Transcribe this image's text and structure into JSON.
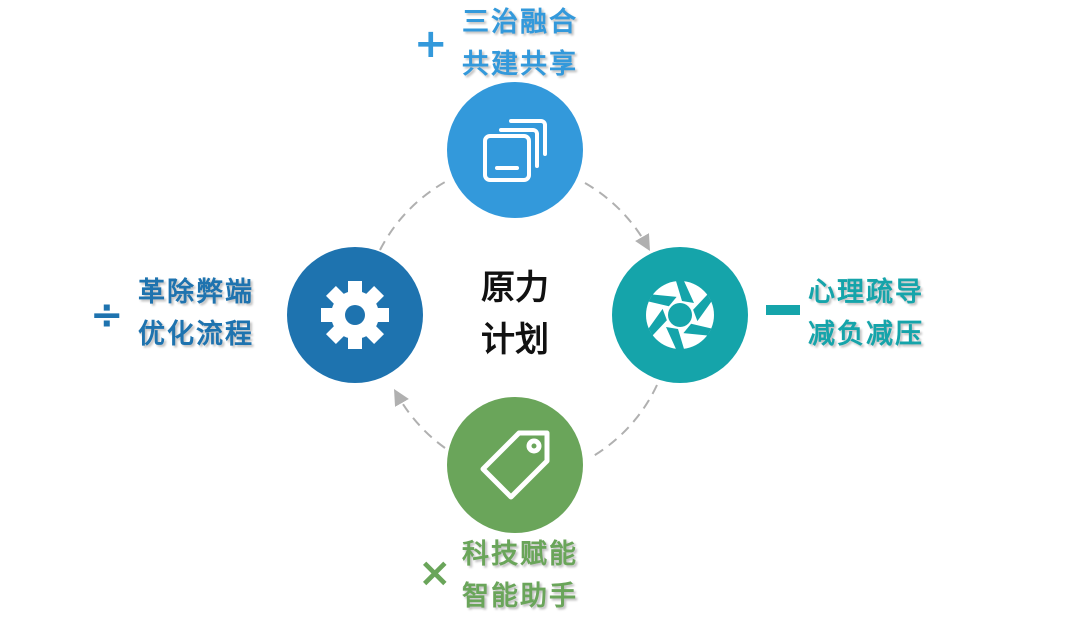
{
  "center": {
    "line1": "原力",
    "line2": "计划"
  },
  "colors": {
    "top": "#3399DB",
    "right": "#15A4AA",
    "bottom": "#6AA55A",
    "left": "#1E73AF",
    "arc": "#B0B0B0"
  },
  "nodes": {
    "top": {
      "symbol": "+",
      "line1": "三治融合",
      "line2": "共建共享",
      "icon": "copy-layers-icon"
    },
    "right": {
      "symbol": "−",
      "line1": "心理疏导",
      "line2": "减负减压",
      "icon": "aperture-icon"
    },
    "bottom": {
      "symbol": "×",
      "line1": "科技赋能",
      "line2": "智能助手",
      "icon": "tag-icon"
    },
    "left": {
      "symbol": "÷",
      "line1": "革除弊端",
      "line2": "优化流程",
      "icon": "gear-icon"
    }
  }
}
